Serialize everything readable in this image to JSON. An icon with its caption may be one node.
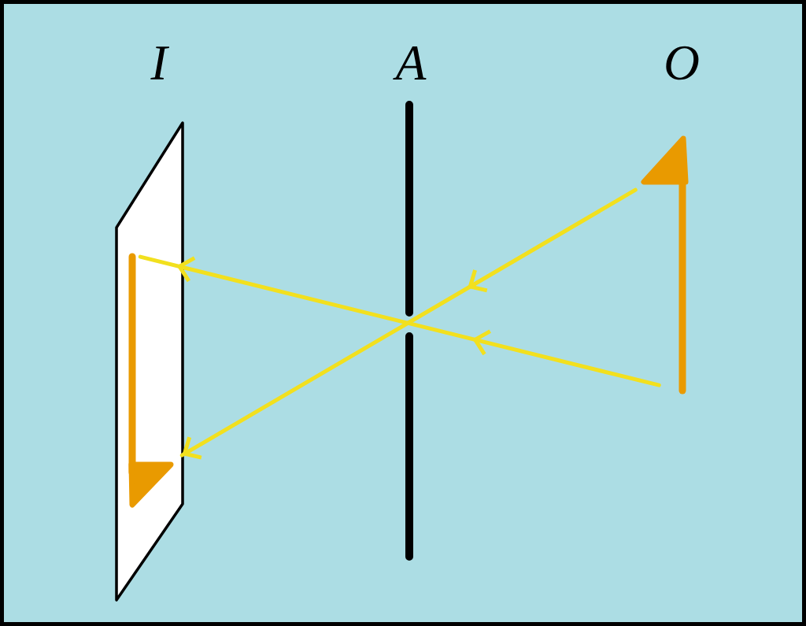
{
  "diagram": {
    "nodes": [
      {
        "text": [
          "I"
        ]
      },
      {
        "text": [
          "O"
        ]
      }
    ],
    "edges": [
      {
        "from": 1,
        "to": 0,
        "arrow": "to"
      },
      {
        "from": 1,
        "to": 0,
        "arrow": "to"
      }
    ],
    "labels": [
      "A"
    ]
  }
}
